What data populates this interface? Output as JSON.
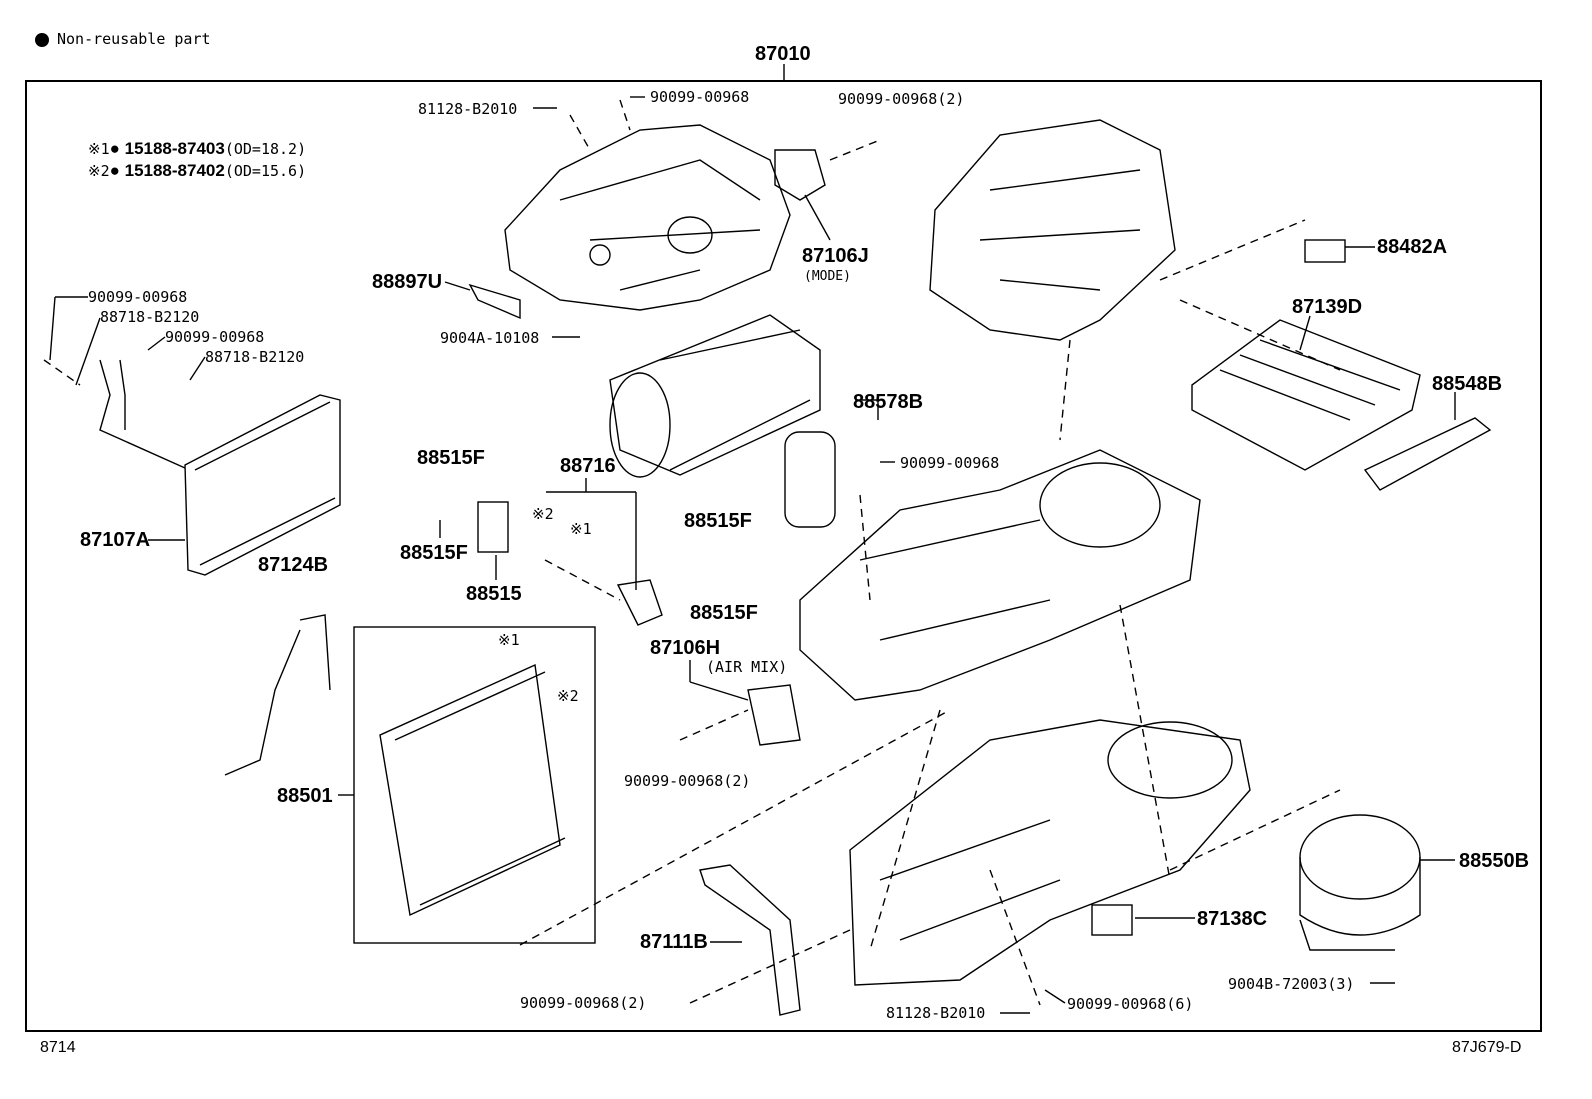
{
  "legend": {
    "text": "Non-reusable part"
  },
  "assembly_number": "87010",
  "notes": [
    {
      "mark": "※1",
      "part": "15188-87403",
      "spec": "(OD=18.2)"
    },
    {
      "mark": "※2",
      "part": "15188-87402",
      "spec": "(OD=15.6)"
    }
  ],
  "labels": {
    "l81128a": "81128-B2010",
    "l90099a": "90099-00968",
    "l90099b": "90099-00968(2)",
    "l87106j": "87106J",
    "mode": "(MODE)",
    "l88897u": "88897U",
    "l9004a": "9004A-10108",
    "l88482a": "88482A",
    "l87139d": "87139D",
    "l88548b": "88548B",
    "l90099c": "90099-00968",
    "l88718a": "88718-B2120",
    "l90099d": "90099-00968",
    "l88718b": "88718-B2120",
    "l88578b": "88578B",
    "l90099e": "90099-00968",
    "l88515f_a": "88515F",
    "l88716": "88716",
    "m2a": "※2",
    "m1a": "※1",
    "l88515f_b": "88515F",
    "l87107a": "87107A",
    "l88515f_c": "88515F",
    "l88515": "88515",
    "l87124b": "87124B",
    "l88515f_d": "88515F",
    "l87106h": "87106H",
    "airmix": "(AIR MIX)",
    "m1b": "※1",
    "m2b": "※2",
    "l90099f": "90099-00968(2)",
    "l88501": "88501",
    "l88550b": "88550B",
    "l87138c": "87138C",
    "l87111b": "87111B",
    "l9004b": "9004B-72003(3)",
    "l90099g": "90099-00968(2)",
    "l81128b": "81128-B2010",
    "l90099h": "90099-00968(6)"
  },
  "footer": {
    "left": "8714",
    "right": "87J679-D"
  }
}
